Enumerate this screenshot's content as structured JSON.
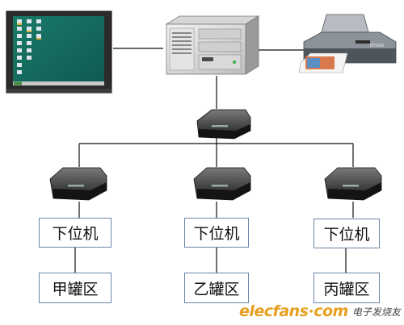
{
  "lower_level_units": [
    {
      "controller_label": "下位机",
      "tank_label": "甲罐区"
    },
    {
      "controller_label": "下位机",
      "tank_label": "乙罐区"
    },
    {
      "controller_label": "下位机",
      "tank_label": "丙罐区"
    }
  ],
  "devices": {
    "monitor": {
      "icon": "lcd-monitor-icon"
    },
    "host": {
      "icon": "industrial-pc-icon"
    },
    "printer": {
      "icon": "printer-icon",
      "brand_text": "EPSON"
    },
    "hub": {
      "icon": "network-hub-icon"
    },
    "modem": {
      "icon": "modem-icon"
    }
  },
  "colors": {
    "line": "#111111",
    "box_border": "#6a86a8",
    "watermark_url": "#e8a020"
  },
  "watermark": {
    "url": "elecfans·com",
    "cn": "电子发烧友"
  }
}
